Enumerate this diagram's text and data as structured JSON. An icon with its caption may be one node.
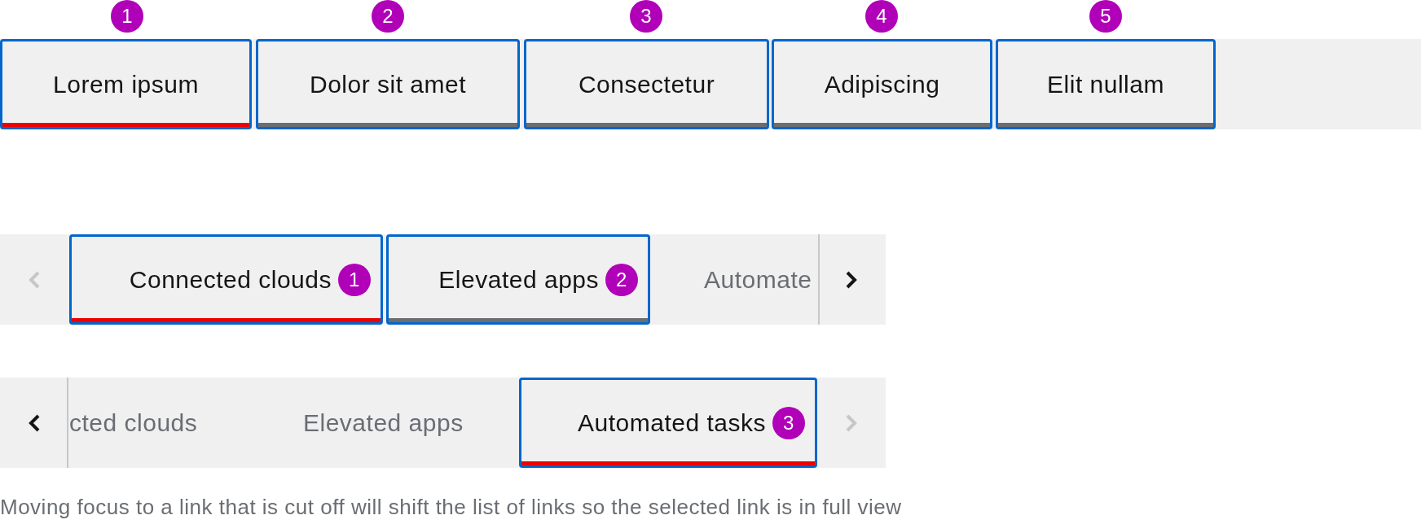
{
  "diagram": {
    "nodes": [
      {
        "text": [
          "1"
        ]
      },
      {
        "text": [
          "2"
        ]
      },
      {
        "text": [
          "3"
        ]
      },
      {
        "text": [
          "4"
        ]
      },
      {
        "text": [
          "5"
        ]
      },
      {
        "text": [],
        "shape": "bar"
      },
      {
        "text": [
          "Lorem ipsum"
        ],
        "in": 5
      },
      {
        "text": [
          "Dolor sit amet"
        ],
        "in": 5
      },
      {
        "text": [
          "Consectetur"
        ],
        "in": 5
      },
      {
        "text": [
          "Adipiscing"
        ],
        "in": 5
      },
      {
        "text": [
          "Elit nullam"
        ],
        "in": 5
      },
      {
        "text": [],
        "shape": "bar"
      },
      {
        "text": [
          "Connected clouds"
        ],
        "in": 11
      },
      {
        "text": [
          "1"
        ],
        "in": 12
      },
      {
        "text": [
          "Elevated apps"
        ],
        "in": 11
      },
      {
        "text": [
          "2"
        ],
        "in": 14
      },
      {
        "text": [],
        "shape": "bar"
      },
      {
        "text": [
          "Automated tasks"
        ],
        "in": 16
      },
      {
        "text": [
          "3"
        ],
        "in": 17
      }
    ],
    "labels": [
      "Automate",
      "cted clouds",
      "Elevated apps"
    ],
    "caption": "Moving focus to a link that is cut off will shift the list of links so the selected link is in full view"
  }
}
